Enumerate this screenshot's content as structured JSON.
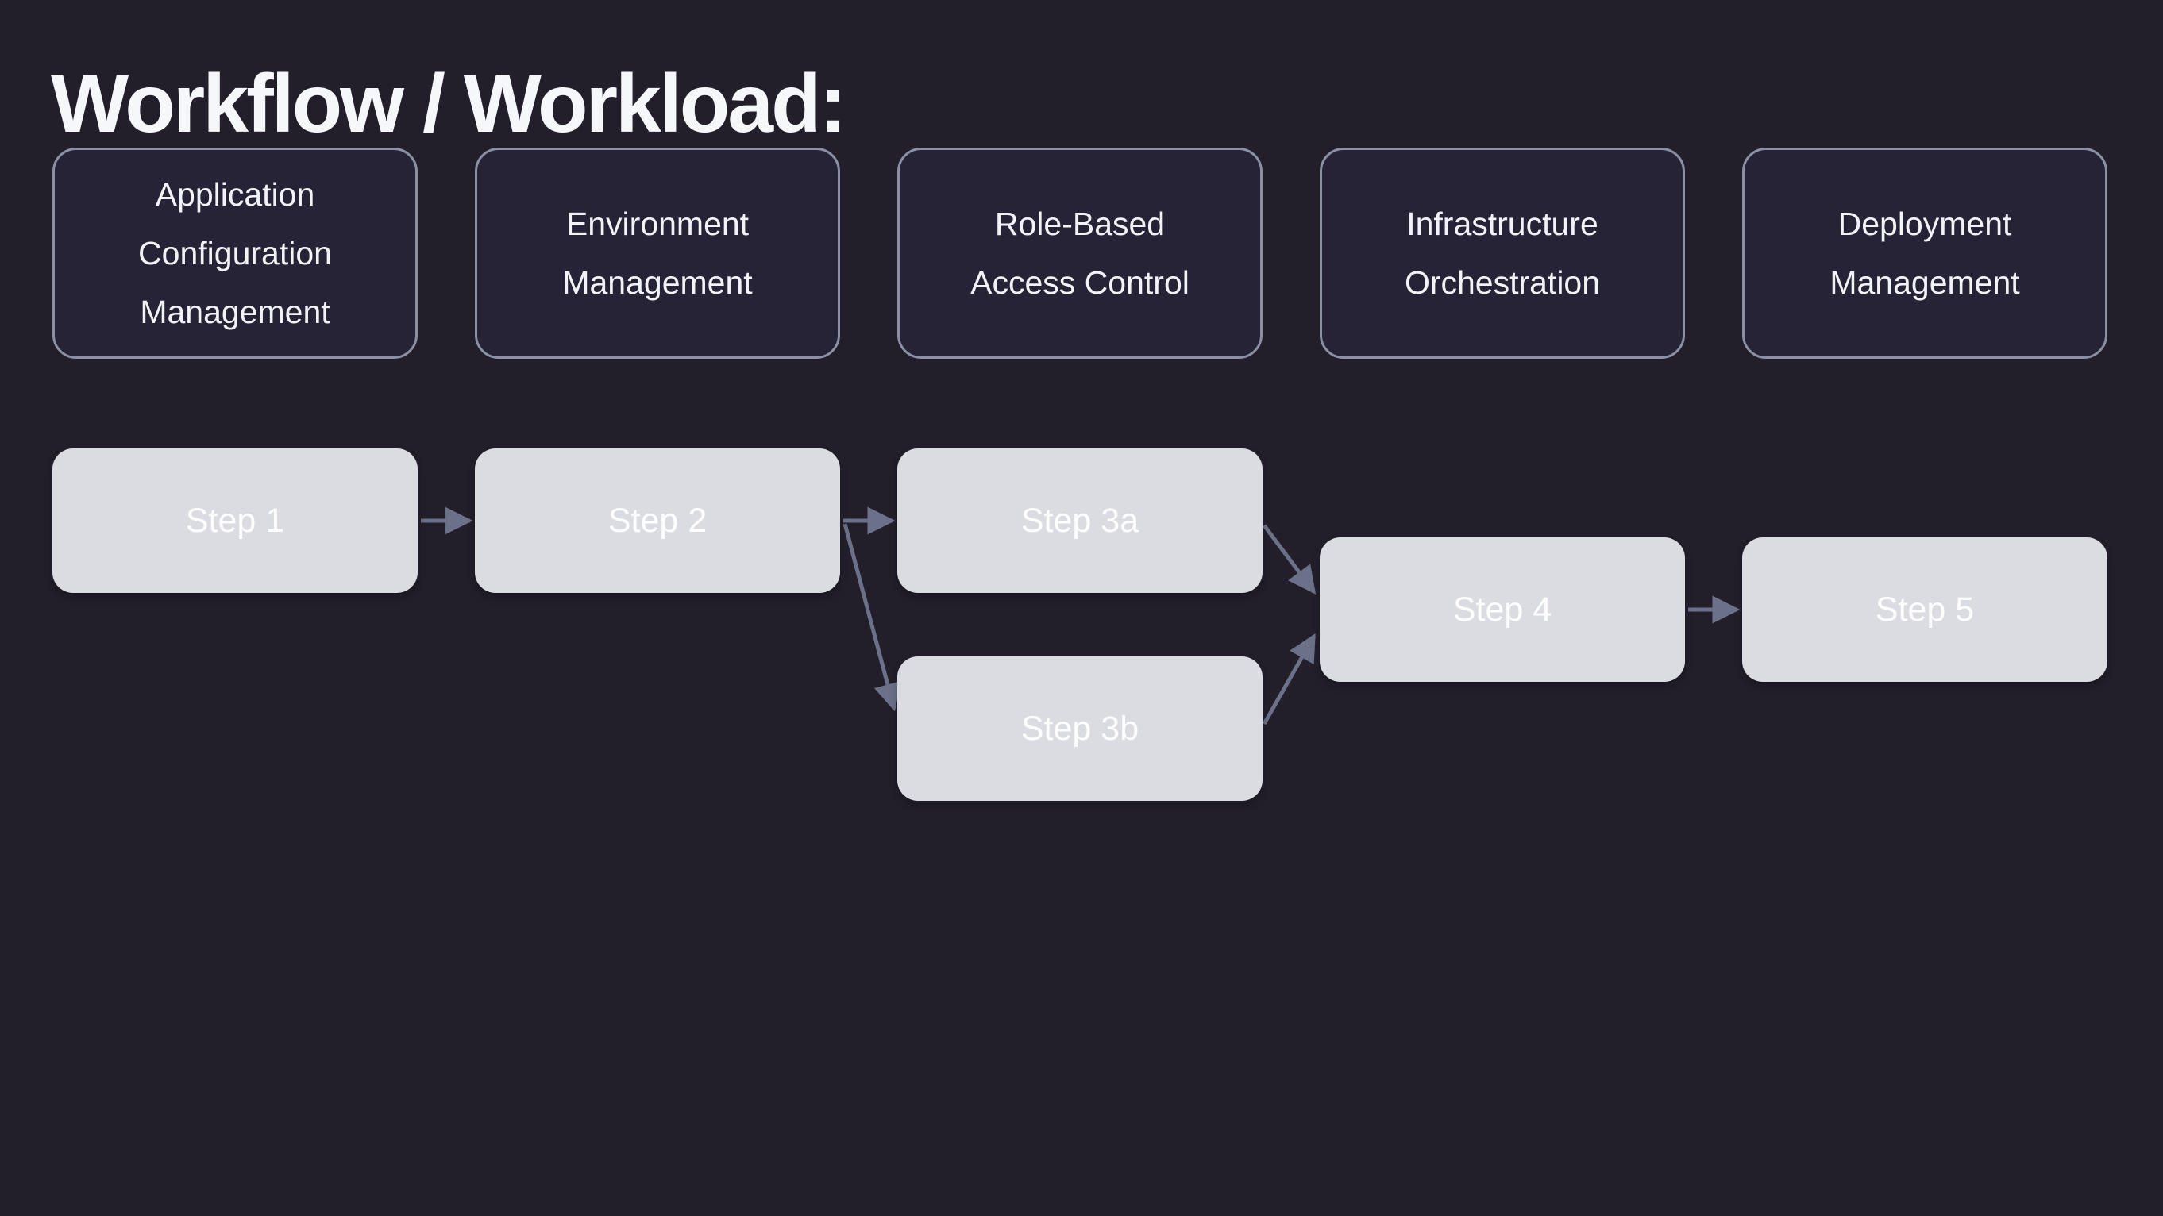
{
  "title": "Workflow / Workload:",
  "capabilities": {
    "items": [
      {
        "label": "Application Configuration Management",
        "lines": [
          "Application",
          "Configuration",
          "Management"
        ]
      },
      {
        "label": "Environment Management",
        "lines": [
          "Environment",
          "Management"
        ]
      },
      {
        "label": "Role-Based Access Control",
        "lines": [
          "Role-Based",
          "Access Control"
        ]
      },
      {
        "label": "Infrastructure Orchestration",
        "lines": [
          "Infrastructure",
          "Orchestration"
        ]
      },
      {
        "label": "Deployment Management",
        "lines": [
          "Deployment",
          "Management"
        ]
      }
    ]
  },
  "flow": {
    "nodes": [
      {
        "id": "step-1",
        "label": "Step 1"
      },
      {
        "id": "step-2",
        "label": "Step 2"
      },
      {
        "id": "step-3a",
        "label": "Step 3a"
      },
      {
        "id": "step-3b",
        "label": "Step 3b"
      },
      {
        "id": "step-4",
        "label": "Step 4"
      },
      {
        "id": "step-5",
        "label": "Step 5"
      }
    ],
    "edges": [
      {
        "from": "step-1",
        "to": "step-2"
      },
      {
        "from": "step-2",
        "to": "step-3a"
      },
      {
        "from": "step-2",
        "to": "step-3b"
      },
      {
        "from": "step-3a",
        "to": "step-4"
      },
      {
        "from": "step-3b",
        "to": "step-4"
      },
      {
        "from": "step-4",
        "to": "step-5"
      }
    ]
  },
  "colors": {
    "background": "#221f2b",
    "capability_border": "#8b90a7",
    "capability_fill": "#252335",
    "capability_text": "#f2f3f7",
    "step_fill": "#dbdce2",
    "step_text": "#fdfdfe",
    "arrow": "#6b7188",
    "title_text": "#f6f7fa"
  }
}
